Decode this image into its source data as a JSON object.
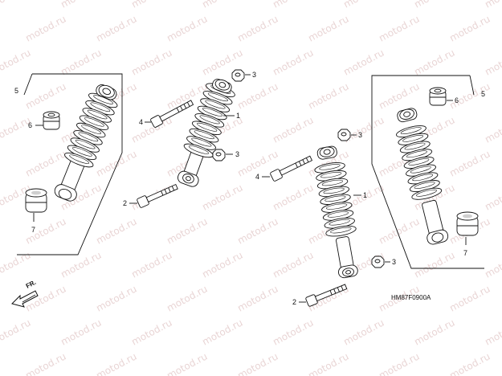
{
  "diagram_code": "HM87F0900A",
  "front_arrow_label": "FR.",
  "watermark_text": "motod.ru",
  "callouts": {
    "n1": "1",
    "n2": "2",
    "n3": "3",
    "n4": "4",
    "n5": "5",
    "n6": "6",
    "n7": "7"
  },
  "icons": {
    "front_arrow": "front-arrow-icon",
    "bolt": "bolt-icon",
    "nut": "flange-nut-icon",
    "bushing": "rubber-bushing-icon",
    "shock": "shock-absorber-icon"
  },
  "colors": {
    "line": "#111111",
    "watermark": "#e9d5d5",
    "background": "#ffffff"
  }
}
